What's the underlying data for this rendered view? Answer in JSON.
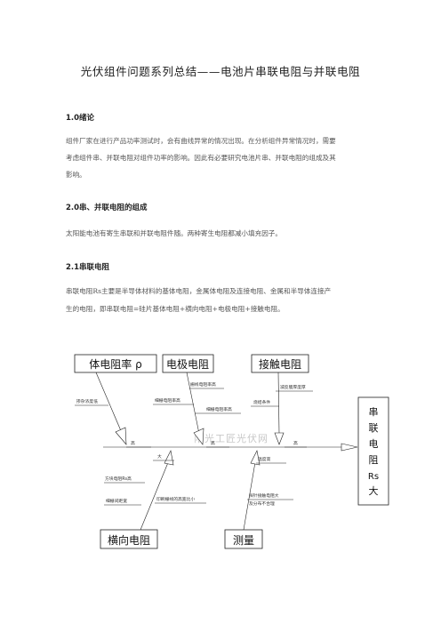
{
  "doc": {
    "title": "光伏组件问题系列总结——电池片串联电阻与并联电阻",
    "sec1_heading": "1.0绪论",
    "sec1_p1": "组件厂家在进行产品功率测试时，会有曲线异常的情况出现。在分析组件异常情况时，需要",
    "sec1_p2": "考虑组件串、并联电阻对组件功率的影响。因此有必要研究电池片串、并联电阻的组成及其",
    "sec1_p3": "影响。",
    "sec2_heading": "2.0串、并联电阻的组成",
    "sec2_p1": "太阳能电池有寄生串联和并联电阻件随。两种寄生电阻都减小填充因子。",
    "sec21_heading": "2.1串联电阻",
    "sec21_p1": "串联电阻Rs主要是半导体材料的基体电阻，金属体电阻及连接电阻、金属和半导体连接产",
    "sec21_p2": "生的电阻，即串联电阻=硅片基体电阻+横向电阻+电极电阻+接触电阻。"
  },
  "fishbone": {
    "cause_bulk": "体电阻率 ρ",
    "cause_electrode": "电极电阻",
    "cause_contact": "接触电阻",
    "cause_lateral": "横向电阻",
    "cause_measure": "测量",
    "effect_chars": [
      "串",
      "联",
      "电",
      "阻",
      "Rs",
      "大"
    ],
    "label_doping": "掺杂浓度低",
    "label_high1": "高",
    "label_grid_r": "栅线电阻率高",
    "label_busbar_r": "细栅电阻率高",
    "label_bus_r2": "细栅电阻率高",
    "label_high2": "高",
    "label_sinter_cond": "烧结条件",
    "label_paste": "减反膜厚度厚",
    "label_high3": "高",
    "label_big": "大",
    "label_sheet": "方块电阻Rs高",
    "label_spacing": "细栅间距宽",
    "label_ratio": "印刷栅线的高宽比小",
    "label_probe": "探针接触电阻大",
    "label_uniform": "及分布不合理",
    "label_temp": "温度高",
    "watermark": "阳光工匠光伏网"
  }
}
